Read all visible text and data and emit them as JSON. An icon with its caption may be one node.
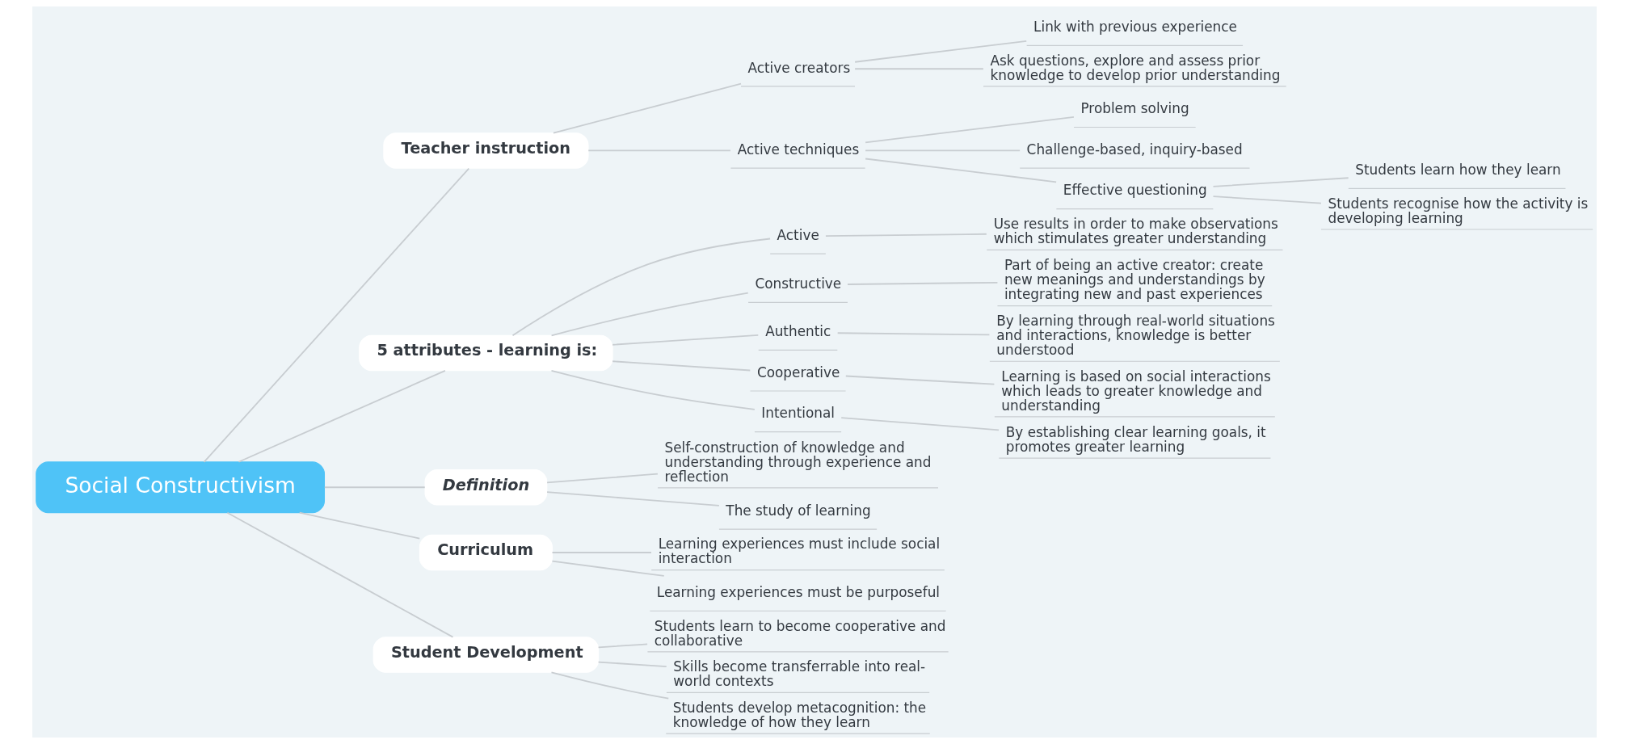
{
  "diagram": {
    "nodes": [
      {
        "text": [
          "Social Constructivism"
        ]
      },
      {
        "text": [
          "Teacher instruction"
        ]
      },
      {
        "text": [
          "Active creators"
        ]
      },
      {
        "text": [
          "Link with previous experience"
        ]
      },
      {
        "text": [
          "Ask questions, explore and assess prior knowledge to develop prior understanding"
        ]
      },
      {
        "text": [
          "Active techniques"
        ]
      },
      {
        "text": [
          "Problem solving"
        ]
      },
      {
        "text": [
          "Challenge-based, inquiry-based"
        ]
      },
      {
        "text": [
          "Effective questioning"
        ]
      },
      {
        "text": [
          "Students learn how they learn"
        ]
      },
      {
        "text": [
          "Students recognise how the activity is developing learning"
        ]
      },
      {
        "text": [
          "5 attributes - learning is:"
        ]
      },
      {
        "text": [
          "Active"
        ]
      },
      {
        "text": [
          "Use results in order to make observations which stimulates greater understanding"
        ]
      },
      {
        "text": [
          "Constructive"
        ]
      },
      {
        "text": [
          "Part of being an active creator: create new meanings and understandings by integrating new and past experiences"
        ]
      },
      {
        "text": [
          "Authentic"
        ]
      },
      {
        "text": [
          "By learning through real-world situations and interactions, knowledge is better understood"
        ]
      },
      {
        "text": [
          "Cooperative"
        ]
      },
      {
        "text": [
          "Learning is based on social interactions which leads to greater knowledge and understanding"
        ]
      },
      {
        "text": [
          "Intentional"
        ]
      },
      {
        "text": [
          "By establishing clear learning goals, it promotes greater learning"
        ]
      },
      {
        "text": [
          "Definition"
        ]
      },
      {
        "text": [
          "Self-construction of knowledge and understanding through experience and reflection"
        ]
      },
      {
        "text": [
          "The study of learning"
        ]
      },
      {
        "text": [
          "Curriculum"
        ]
      },
      {
        "text": [
          "Learning experiences must include social interaction"
        ]
      },
      {
        "text": [
          "Learning experiences must be purposeful"
        ]
      },
      {
        "text": [
          "Student Development"
        ]
      },
      {
        "text": [
          "Students learn to become cooperative and collaborative"
        ]
      },
      {
        "text": [
          "Skills become transferrable into real-world contexts"
        ]
      },
      {
        "text": [
          "Students develop metacognition: the knowledge of how they learn"
        ]
      }
    ],
    "edges": [
      {
        "from": 0,
        "to": 1,
        "arrow": "none"
      },
      {
        "from": 1,
        "to": 2,
        "arrow": "none"
      },
      {
        "from": 2,
        "to": 3,
        "arrow": "none"
      },
      {
        "from": 2,
        "to": 4,
        "arrow": "none"
      },
      {
        "from": 1,
        "to": 5,
        "arrow": "none"
      },
      {
        "from": 5,
        "to": 6,
        "arrow": "none"
      },
      {
        "from": 5,
        "to": 7,
        "arrow": "none"
      },
      {
        "from": 5,
        "to": 8,
        "arrow": "none"
      },
      {
        "from": 8,
        "to": 9,
        "arrow": "none"
      },
      {
        "from": 8,
        "to": 10,
        "arrow": "none"
      },
      {
        "from": 0,
        "to": 11,
        "arrow": "none"
      },
      {
        "from": 11,
        "to": 12,
        "arrow": "none"
      },
      {
        "from": 12,
        "to": 13,
        "arrow": "none"
      },
      {
        "from": 11,
        "to": 14,
        "arrow": "none"
      },
      {
        "from": 14,
        "to": 15,
        "arrow": "none"
      },
      {
        "from": 11,
        "to": 16,
        "arrow": "none"
      },
      {
        "from": 16,
        "to": 17,
        "arrow": "none"
      },
      {
        "from": 11,
        "to": 18,
        "arrow": "none"
      },
      {
        "from": 18,
        "to": 19,
        "arrow": "none"
      },
      {
        "from": 11,
        "to": 20,
        "arrow": "none"
      },
      {
        "from": 20,
        "to": 21,
        "arrow": "none"
      },
      {
        "from": 0,
        "to": 22,
        "arrow": "none"
      },
      {
        "from": 22,
        "to": 23,
        "arrow": "none"
      },
      {
        "from": 22,
        "to": 24,
        "arrow": "none"
      },
      {
        "from": 0,
        "to": 25,
        "arrow": "none"
      },
      {
        "from": 25,
        "to": 26,
        "arrow": "none"
      },
      {
        "from": 25,
        "to": 27,
        "arrow": "none"
      },
      {
        "from": 0,
        "to": 28,
        "arrow": "none"
      },
      {
        "from": 28,
        "to": 29,
        "arrow": "none"
      },
      {
        "from": 28,
        "to": 30,
        "arrow": "none"
      },
      {
        "from": 28,
        "to": 31,
        "arrow": "none"
      }
    ]
  }
}
